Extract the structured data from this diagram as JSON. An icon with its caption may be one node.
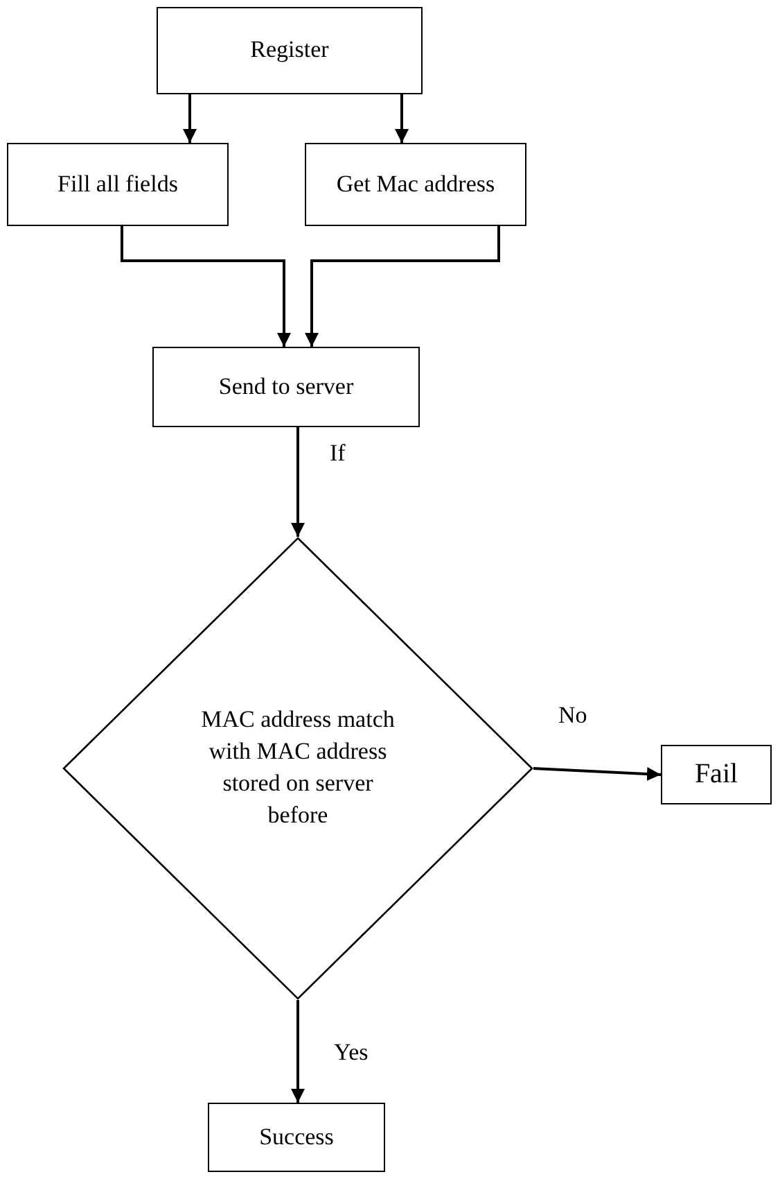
{
  "diagram": {
    "nodes": [
      {
        "text": [
          "Register"
        ]
      },
      {
        "text": [
          "Fill all fields"
        ]
      },
      {
        "text": [
          "Get Mac address"
        ]
      },
      {
        "text": [
          "Send to server"
        ]
      },
      {
        "text": [
          "MAC address match with MAC address stored on server before"
        ]
      },
      {
        "text": [
          "Fail"
        ]
      },
      {
        "text": [
          "Success"
        ]
      }
    ],
    "edges": [
      {
        "from": 0,
        "to": 1,
        "arrow": "to"
      },
      {
        "from": 0,
        "to": 2,
        "arrow": "to"
      },
      {
        "from": 1,
        "to": 3,
        "arrow": "to"
      },
      {
        "from": 2,
        "to": 3,
        "arrow": "to"
      },
      {
        "from": 3,
        "to": 4,
        "arrow": "to",
        "label": "If"
      },
      {
        "from": 4,
        "to": 5,
        "arrow": "to",
        "label": "No"
      },
      {
        "from": 4,
        "to": 6,
        "arrow": "to",
        "label": "Yes"
      }
    ]
  }
}
